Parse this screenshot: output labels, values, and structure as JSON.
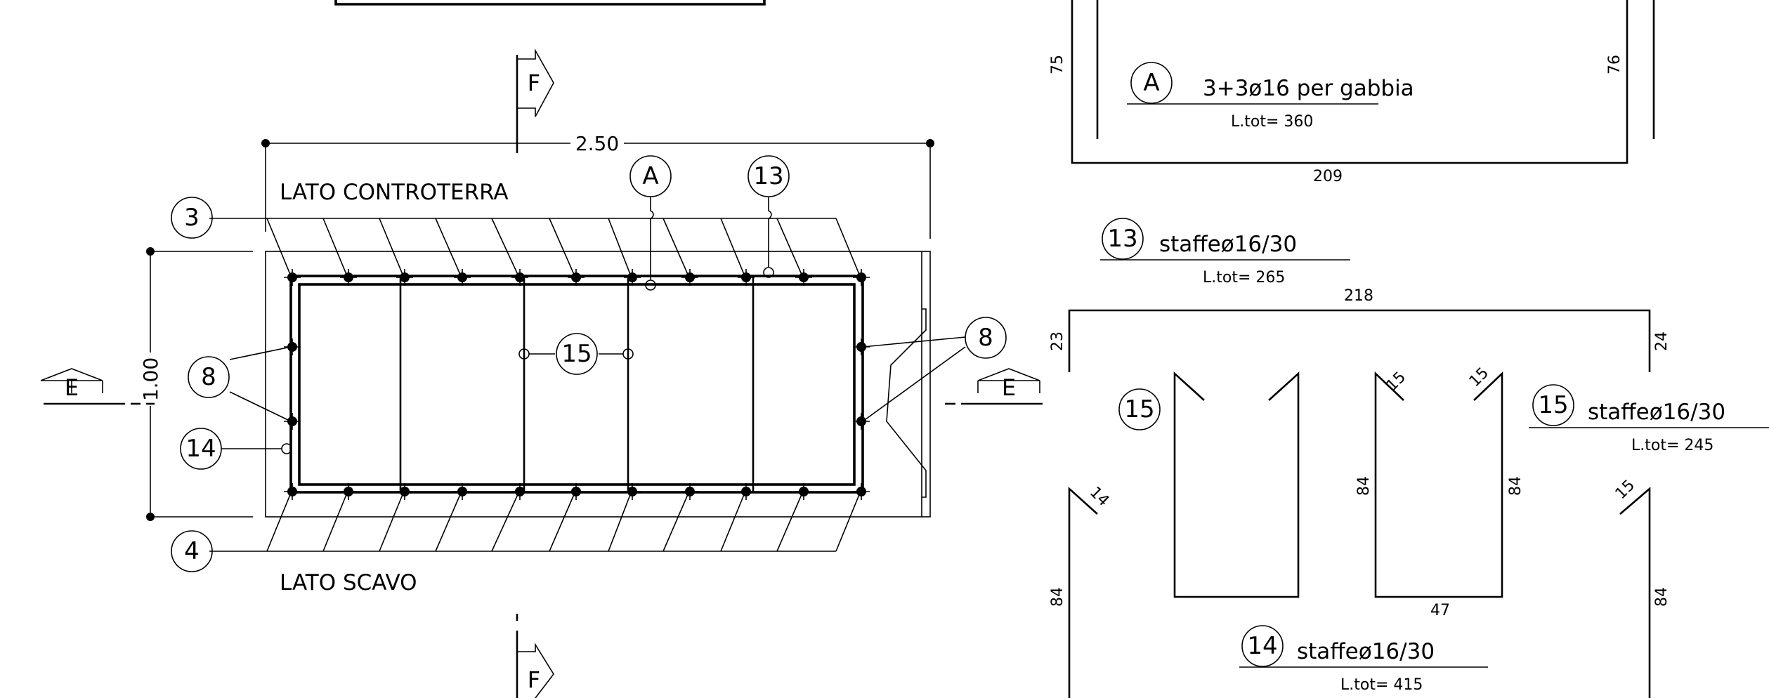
{
  "section": {
    "dim_width": "2.50",
    "dim_height": "1.00",
    "side_top": "LATO  CONTROTERRA",
    "side_bottom": "LATO  SCAVO",
    "section_F_top": "F",
    "section_F_bottom": "F",
    "section_E_left": "E",
    "section_E_right": "E",
    "markers": {
      "m3": "3",
      "m4": "4",
      "mA": "A",
      "m13": "13",
      "m8a": "8",
      "m8b": "8",
      "m14": "14",
      "m15": "15"
    }
  },
  "schedule": {
    "barA": {
      "marker": "A",
      "label": "3+3ø16  per  gabbia",
      "ltot": "L.tot= 360",
      "left": "75",
      "right": "76",
      "bottom": "209"
    },
    "stirrup13": {
      "marker": "13",
      "label": "staffeø16/30",
      "ltot": "L.tot= 265",
      "top": "218",
      "left": "23",
      "right": "24"
    },
    "stirrup15": {
      "marker_left": "15",
      "marker_right": "15",
      "label": "staffeø16/30",
      "ltot": "L.tot= 245",
      "hook_a": "15",
      "hook_b": "15",
      "left": "84",
      "right": "84",
      "bottom": "47"
    },
    "stirrup14": {
      "marker": "14",
      "label": "staffeø16/30",
      "ltot": "L.tot= 415",
      "hook_left": "14",
      "hook_right": "15",
      "left": "84",
      "right": "84"
    }
  }
}
